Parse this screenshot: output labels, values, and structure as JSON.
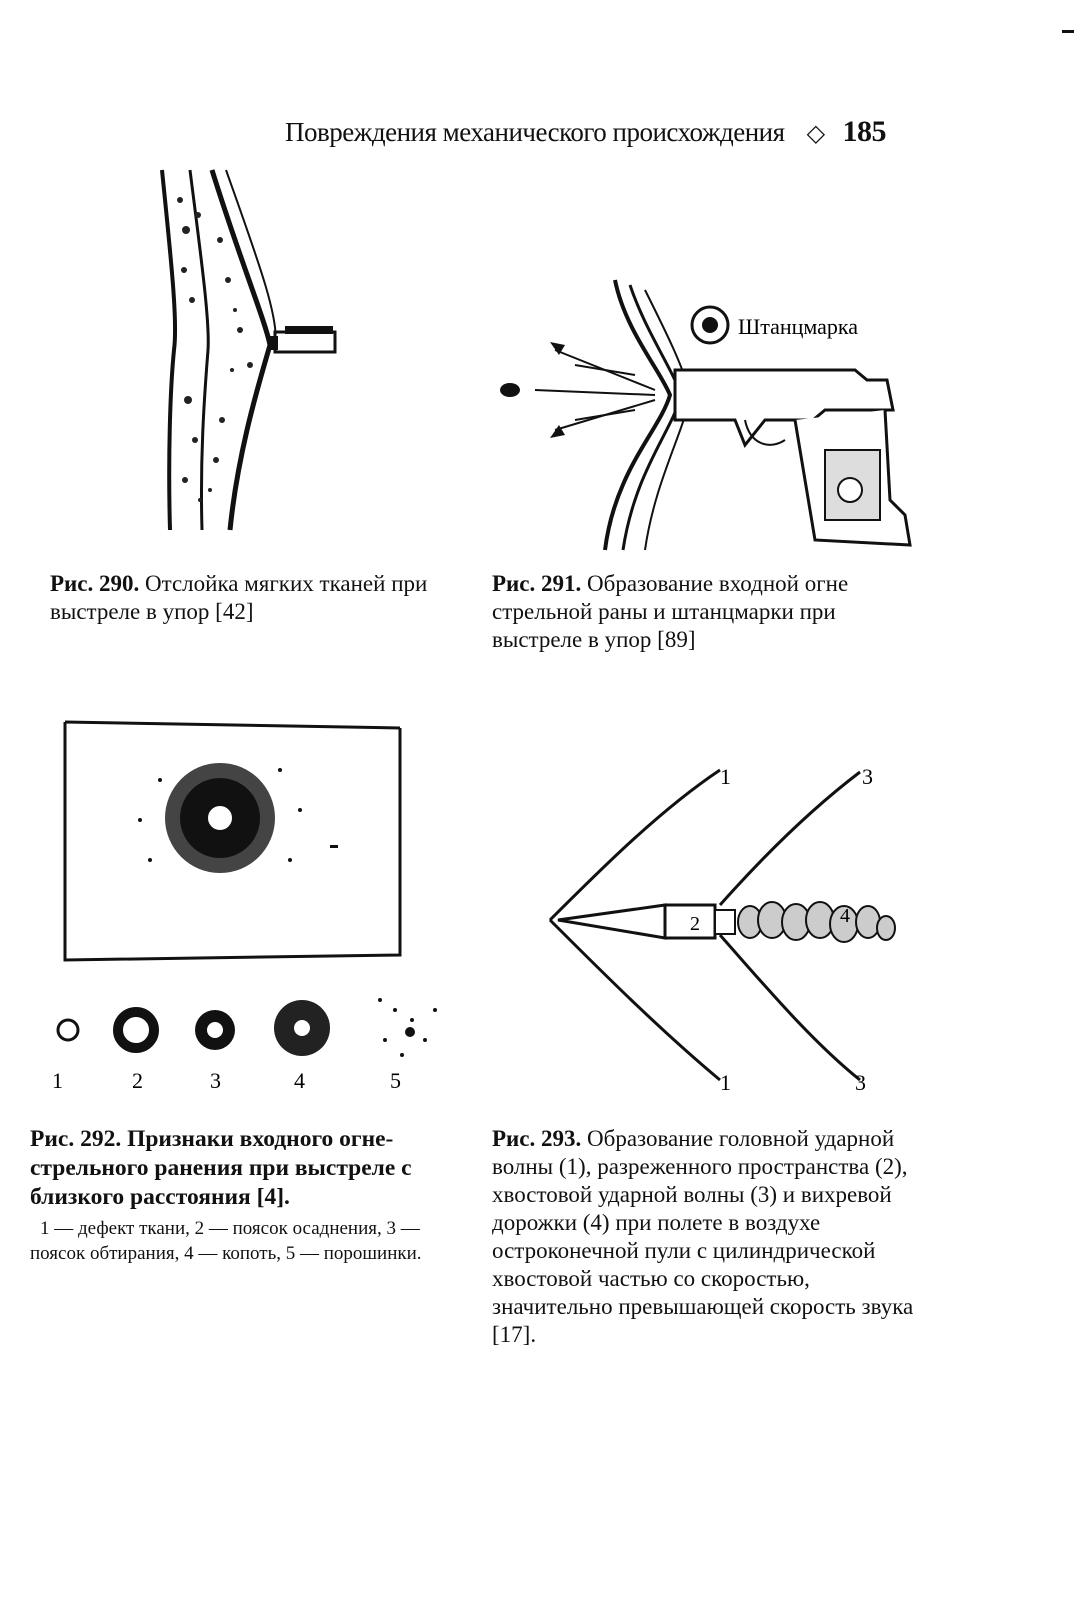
{
  "header": {
    "running_title": "Повреждения механического происхождения",
    "page_number": "185"
  },
  "figures": [
    {
      "id": "fig290",
      "label": "Рис. 290.",
      "text": "Отслойка мягких тканей при выстреле в упор [42]"
    },
    {
      "id": "fig291",
      "label": "Рис. 291.",
      "text": "Образование входной огне стрельной раны и штанцмарки при выстреле в упор [89]",
      "callout": "Штанцмарка"
    },
    {
      "id": "fig292",
      "label": "Рис. 292.",
      "text": "Признаки входного огне-стрельного ранения при выстреле с близкого расстояния [4].",
      "legend": "1 — дефект ткани, 2 — поясок осаднения, 3 — поясок обтирания, 4 — копоть, 5 — порошинки.",
      "item_numbers": [
        "1",
        "2",
        "3",
        "4",
        "5"
      ]
    },
    {
      "id": "fig293",
      "label": "Рис. 293.",
      "text": "Образование головной ударной волны (1), разреженного пространства (2), хвостовой ударной волны (3) и вихревой дорожки (4) при полете в воздухе остроконечной пули с цилиндрической хвостовой частью со скоростью, значительно превышающей скорость звука [17].",
      "markers": [
        "1",
        "3",
        "2",
        "4",
        "1",
        "3"
      ]
    }
  ]
}
